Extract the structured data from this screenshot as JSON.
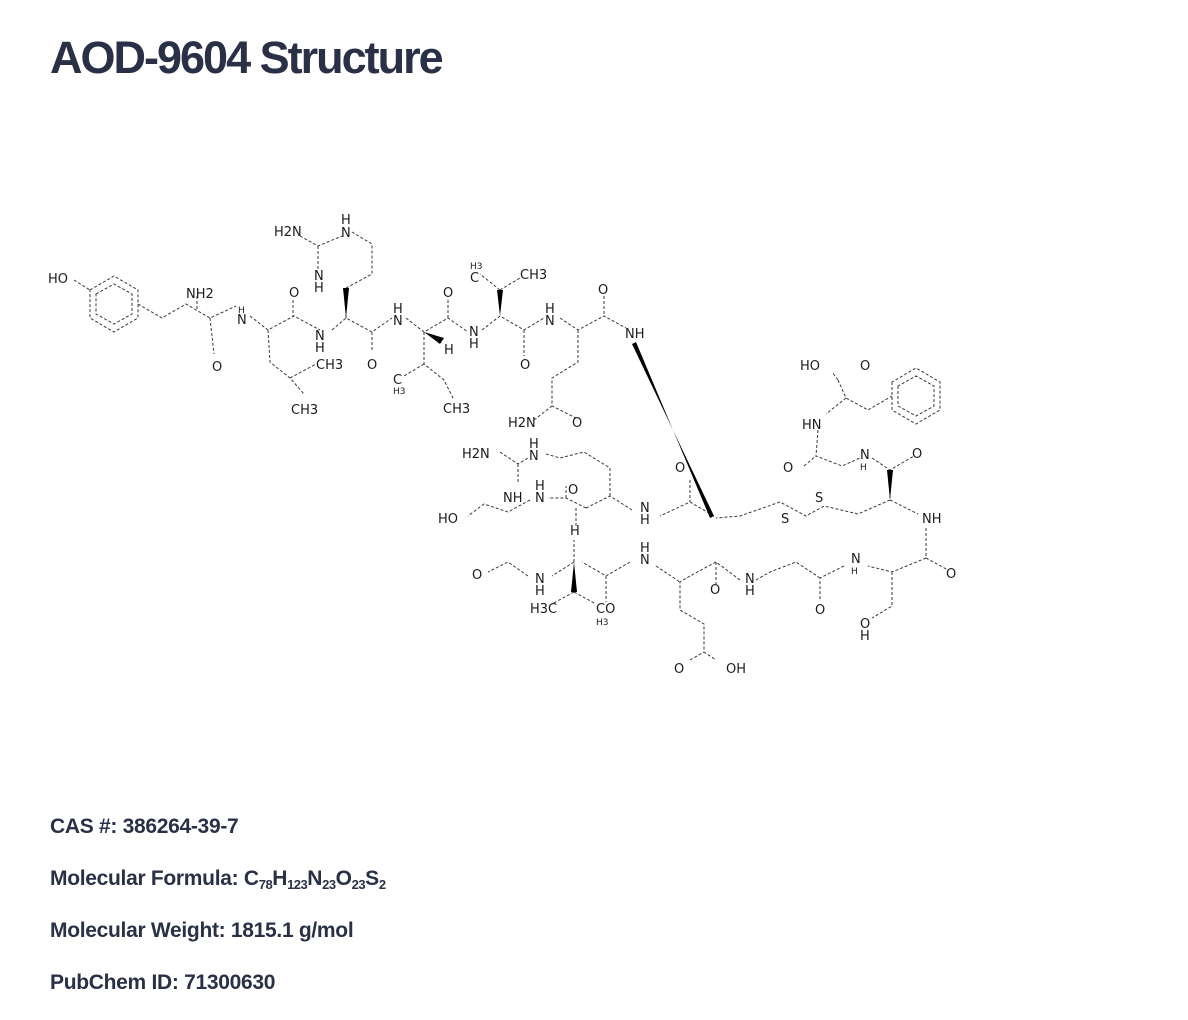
{
  "page": {
    "title": "AOD-9604 Structure"
  },
  "structure": {
    "atoms": {
      "ho_1": "HO",
      "nh2_1": "NH2",
      "o_1": "O",
      "n_1": "N",
      "h_1": "H",
      "o_2": "O",
      "ch3_1": "CH3",
      "ch3_2": "CH3",
      "h2n_1": "H2N",
      "h_2": "H",
      "n_2": "N",
      "n_3": "N",
      "h_3": "H",
      "n_4": "N",
      "h_4": "H",
      "o_3": "O",
      "n_5": "N",
      "h_5": "H",
      "o_4": "O",
      "h_6": "H",
      "c_1": "C",
      "h3_1": "H3",
      "ch3_3": "CH3",
      "h3_2": "H3",
      "c_2": "C",
      "ch3_4": "CH3",
      "n_6": "N",
      "h_7": "H",
      "o_5": "O",
      "n_7": "N",
      "h_8": "H",
      "o_6": "O",
      "o_7": "O",
      "nh_1": "NH",
      "h2n_2": "H2N",
      "o_8": "O",
      "ho_2": "HO",
      "o_9": "O",
      "hn_1": "HN",
      "h2n_3": "H2N",
      "h_9": "H",
      "n_8": "N",
      "nh_2": "NH",
      "h_10": "H",
      "n_9": "N",
      "o_10": "O",
      "ho_3": "HO",
      "h_11": "H",
      "n_10": "N",
      "h_12": "H",
      "o_11": "O",
      "o_12": "O",
      "n_11": "N",
      "h_13": "H",
      "o_13": "O",
      "s_1": "S",
      "s_2": "S",
      "nh_3": "NH",
      "o_14": "O",
      "n_12": "N",
      "h_14": "H",
      "h3c_1": "H3C",
      "co_1": "CO",
      "h3_3": "H3",
      "n_13": "N",
      "h_15": "H",
      "o_15": "O",
      "n_14": "N",
      "h_16": "H",
      "o_16": "O",
      "n_15": "N",
      "h_17": "H",
      "o_17": "O",
      "o_18": "O",
      "h_18": "H",
      "o_19": "O",
      "oh_1": "OH"
    }
  },
  "properties": {
    "cas_label": "CAS #:",
    "cas_value": "386264-39-7",
    "formula_label": "Molecular Formula:",
    "formula": {
      "c": "C",
      "c_n": "78",
      "h": "H",
      "h_n": "123",
      "n": "N",
      "n_n": "23",
      "o": "O",
      "o_n": "23",
      "s": "S",
      "s_n": "2"
    },
    "mw_label": "Molecular Weight:",
    "mw_value": "1815.1 g/mol",
    "pubchem_label": "PubChem ID:",
    "pubchem_value": "71300630"
  }
}
